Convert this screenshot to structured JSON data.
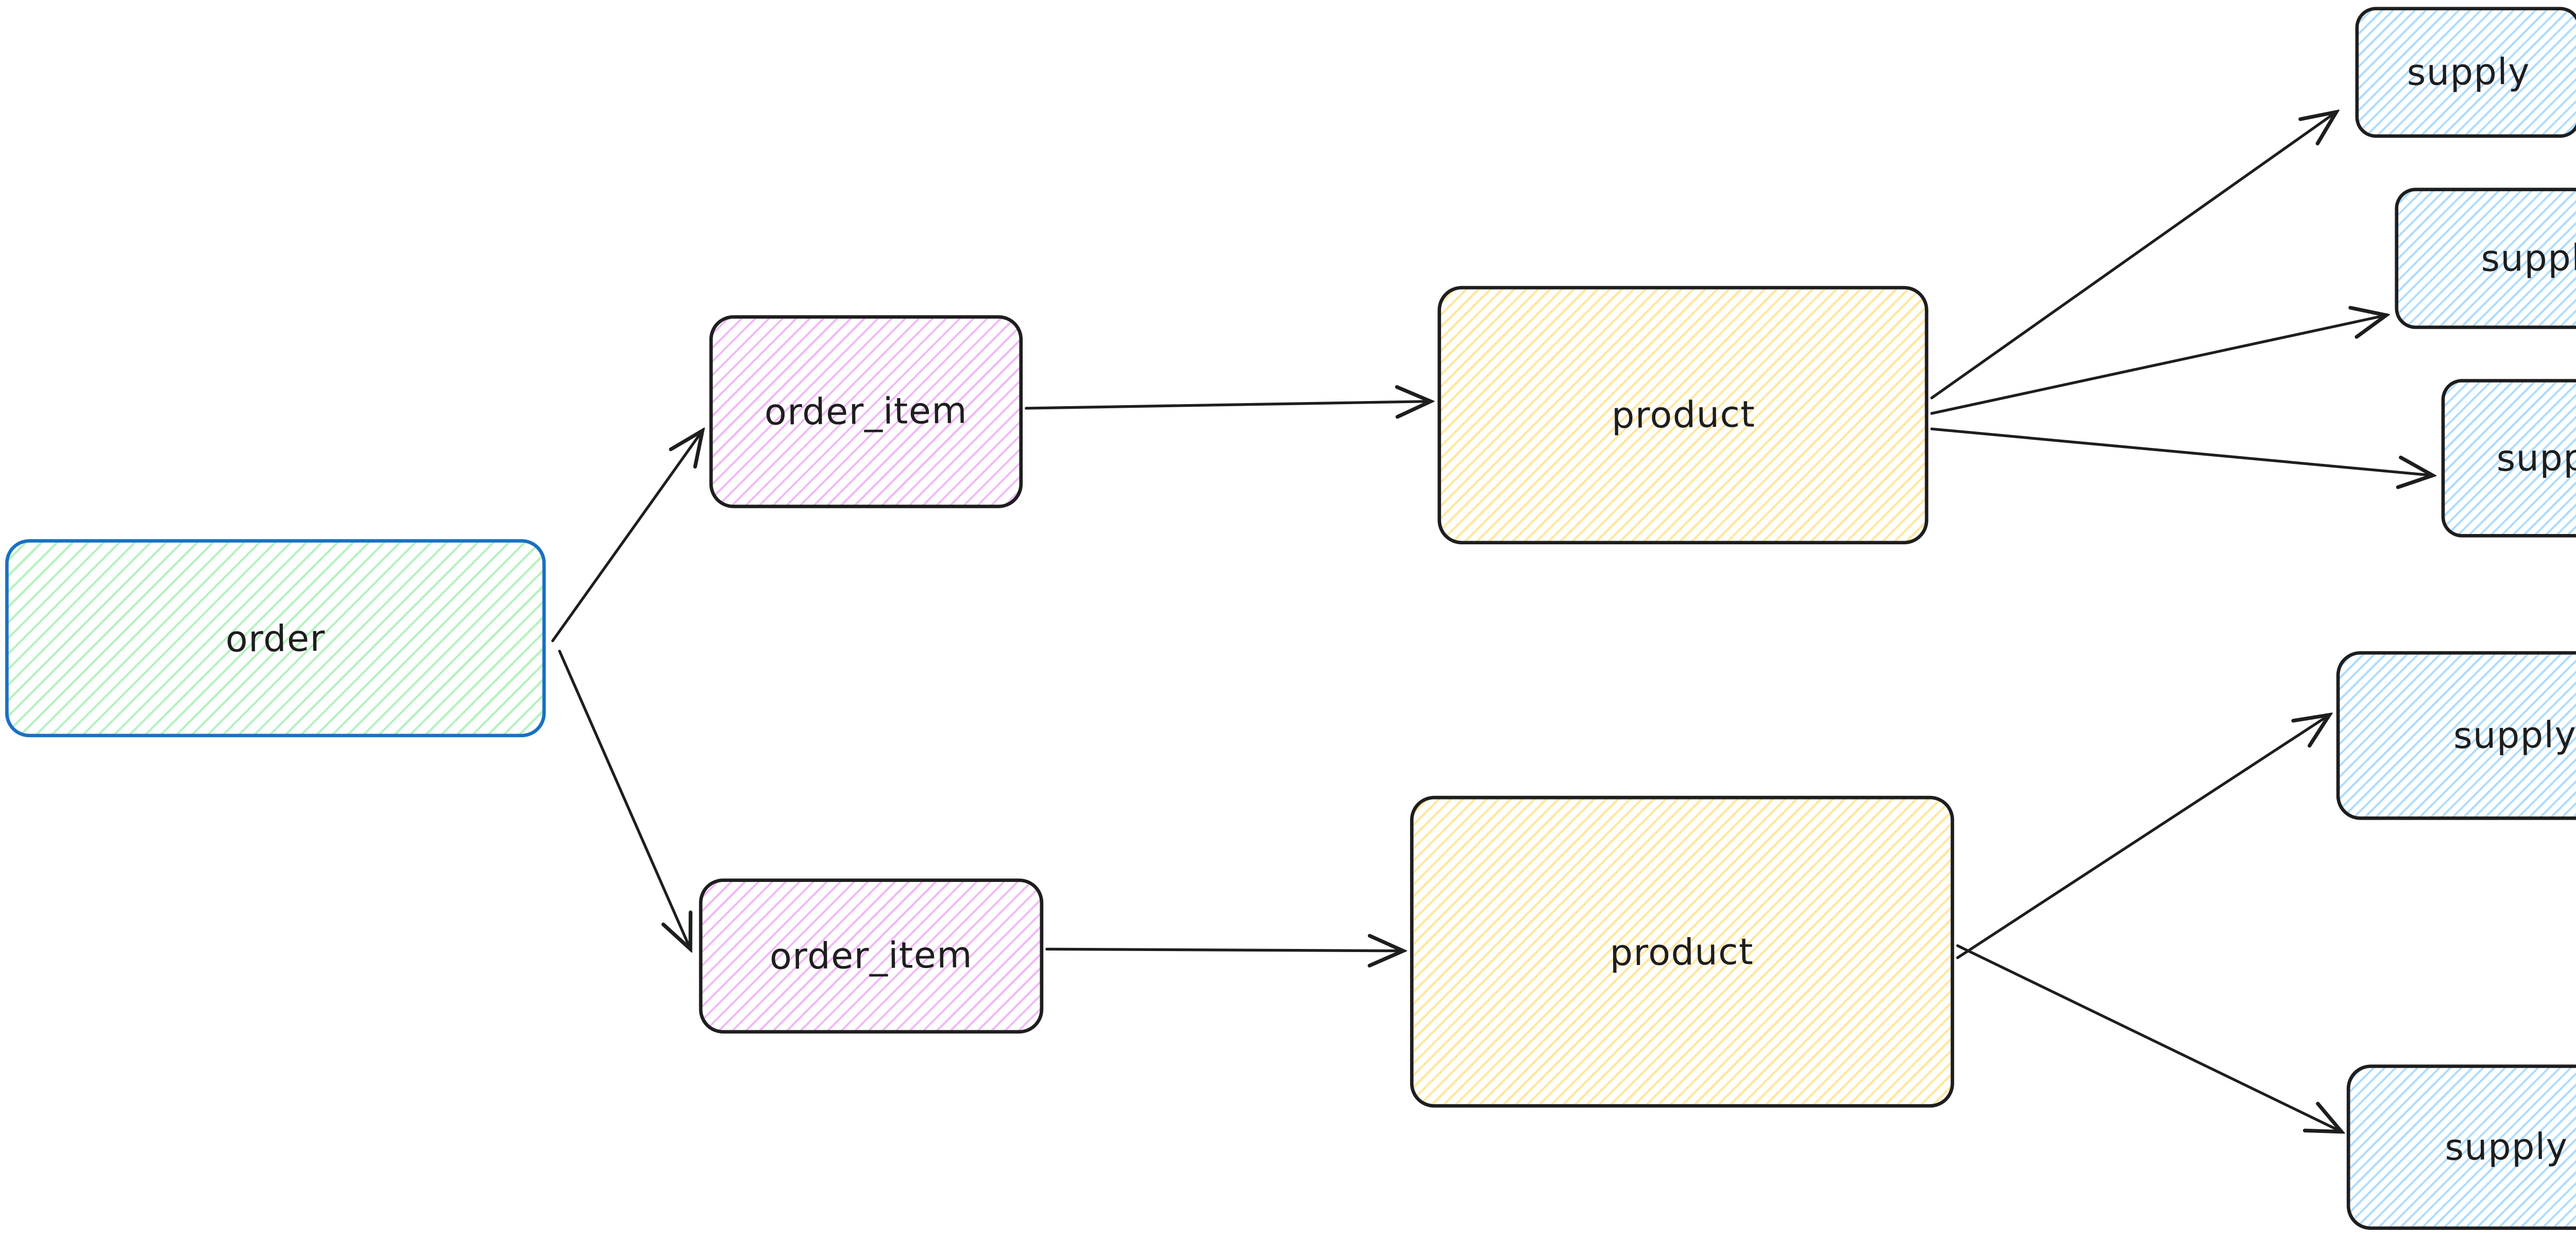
{
  "diagram": {
    "background": "#ffffff",
    "style": "hand-drawn-hachure",
    "nodes": {
      "order": {
        "label": "order",
        "fill": "#b2f2bb",
        "border": "#1971c2"
      },
      "order_item_1": {
        "label": "order_item",
        "fill": "#eeaef5",
        "border": "#1e1e1e"
      },
      "order_item_2": {
        "label": "order_item",
        "fill": "#eeaef5",
        "border": "#1e1e1e"
      },
      "product_1": {
        "label": "product",
        "fill": "#ffe699",
        "border": "#1e1e1e"
      },
      "product_2": {
        "label": "product",
        "fill": "#ffe699",
        "border": "#1e1e1e"
      },
      "supply_1": {
        "label": "supply",
        "fill": "#a5d8ff",
        "border": "#1e1e1e"
      },
      "supply_2": {
        "label": "supply",
        "fill": "#a5d8ff",
        "border": "#1e1e1e"
      },
      "supply_3": {
        "label": "supply",
        "fill": "#a5d8ff",
        "border": "#1e1e1e"
      },
      "supply_4": {
        "label": "supply",
        "fill": "#a5d8ff",
        "border": "#1e1e1e"
      },
      "supply_5": {
        "label": "supply",
        "fill": "#a5d8ff",
        "border": "#1e1e1e"
      }
    },
    "edges": [
      {
        "from": "order",
        "to": "order_item_1"
      },
      {
        "from": "order",
        "to": "order_item_2"
      },
      {
        "from": "order_item_1",
        "to": "product_1"
      },
      {
        "from": "order_item_2",
        "to": "product_2"
      },
      {
        "from": "product_1",
        "to": "supply_1"
      },
      {
        "from": "product_1",
        "to": "supply_2"
      },
      {
        "from": "product_1",
        "to": "supply_3"
      },
      {
        "from": "product_2",
        "to": "supply_4"
      },
      {
        "from": "product_2",
        "to": "supply_5"
      }
    ],
    "colors": {
      "stroke_dark": "#1e1e1e",
      "order_border_blue": "#1971c2",
      "hachure_green": "#b2f2bb",
      "hachure_violet": "#eeaef5",
      "hachure_yellow": "#ffe699",
      "hachure_blue": "#a5d8ff",
      "background": "#ffffff"
    }
  }
}
